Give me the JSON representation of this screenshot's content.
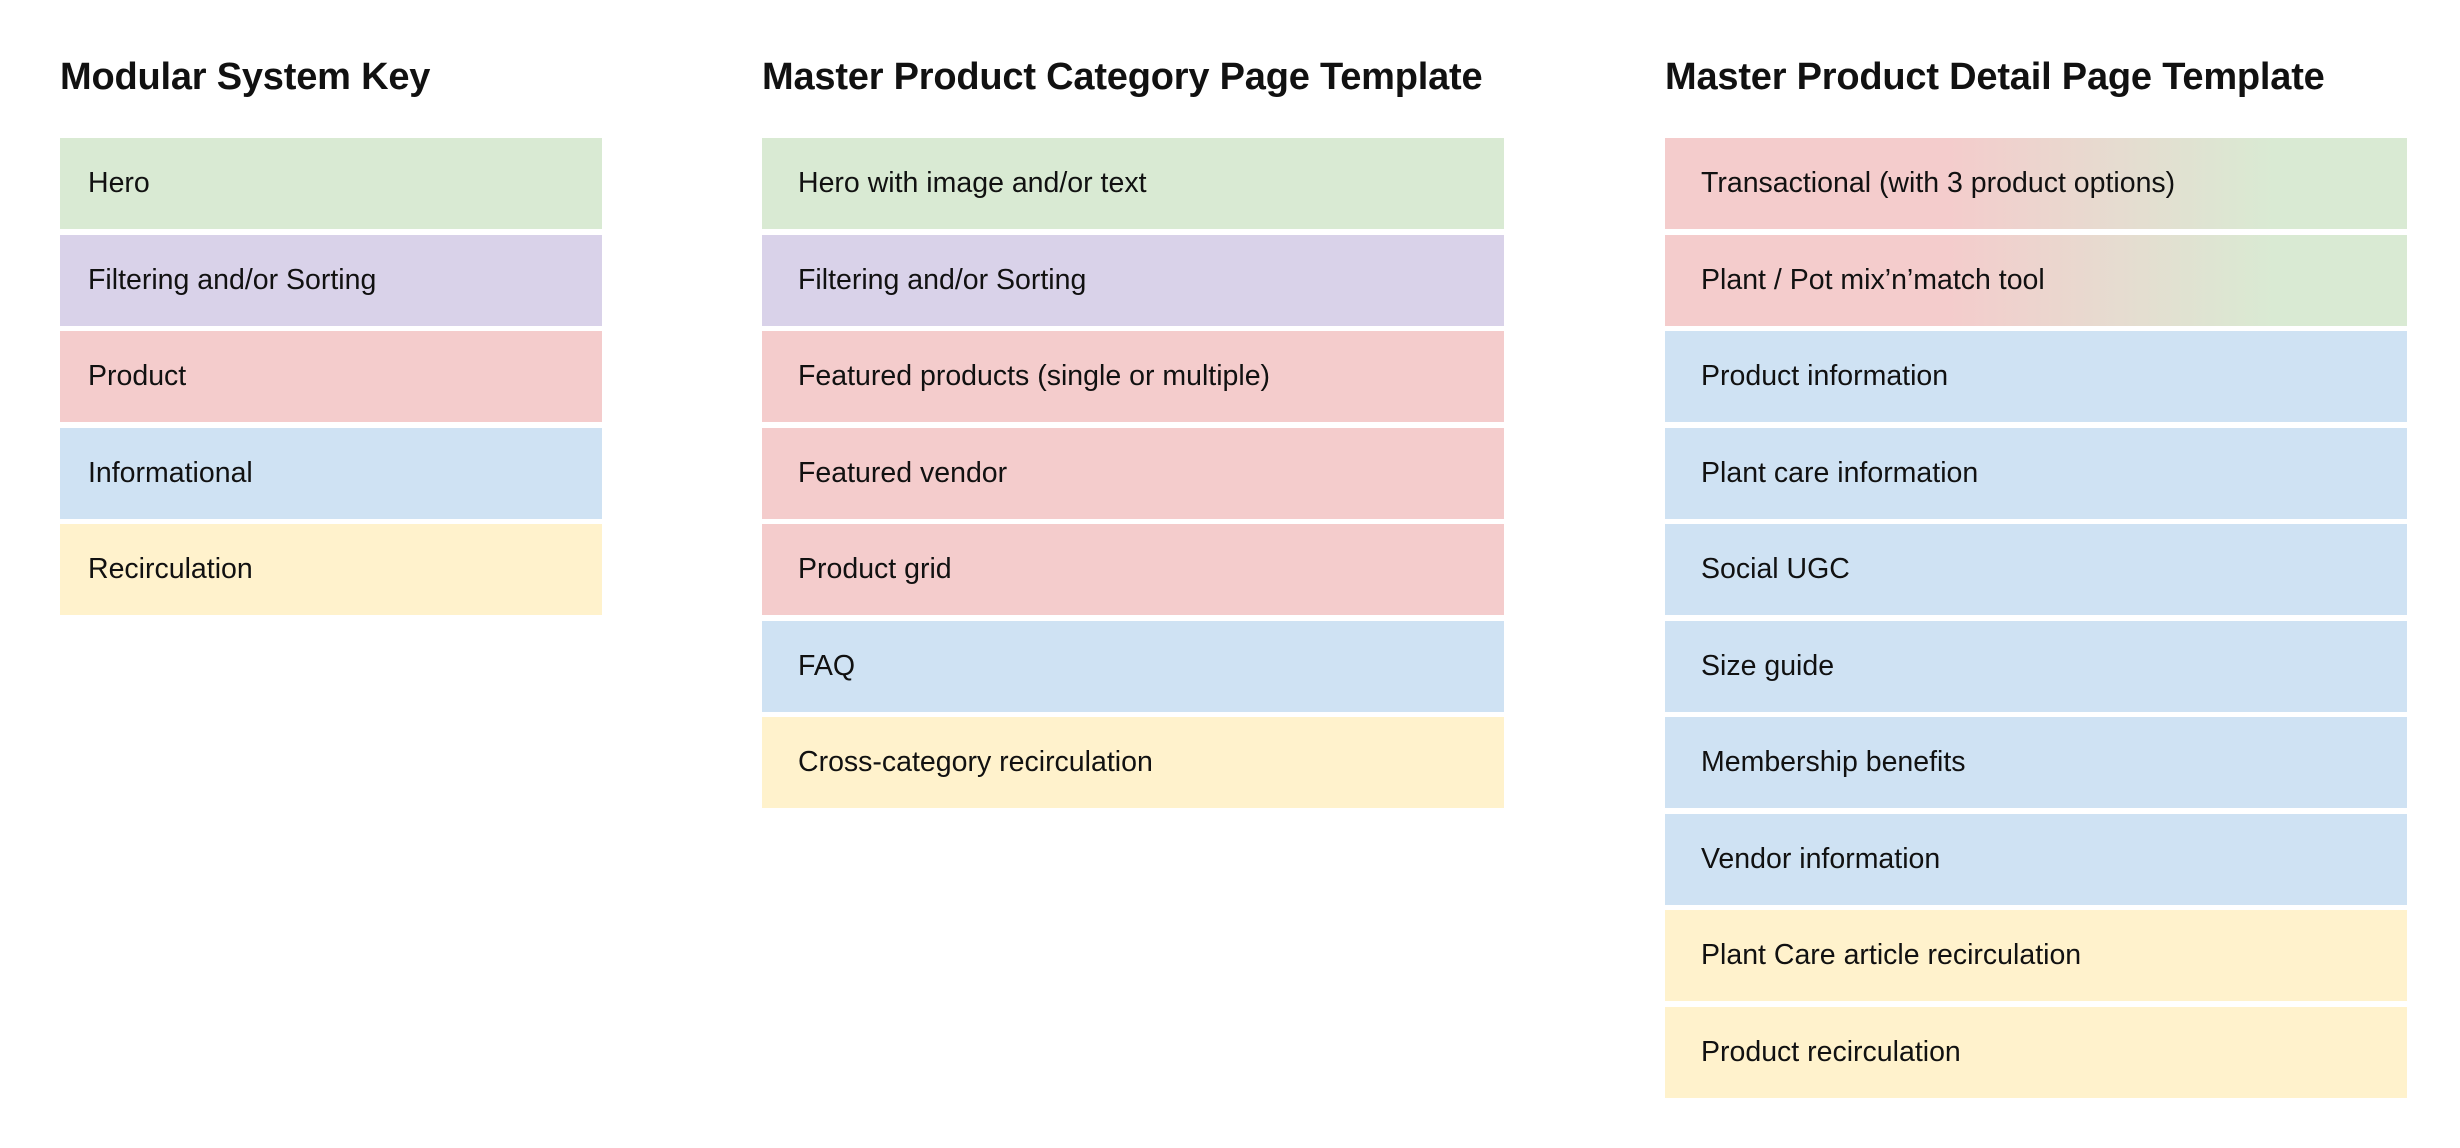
{
  "colors": {
    "hero": "#d9ead3",
    "filtering": "#d9d2e9",
    "product": "#f4cccc",
    "informational": "#cfe2f3",
    "recirculation": "#fff2cc"
  },
  "columns": [
    {
      "id": "key",
      "title": "Modular System Key",
      "blocks": [
        {
          "label": "Hero",
          "type": "hero"
        },
        {
          "label": "Filtering and/or Sorting",
          "type": "filtering"
        },
        {
          "label": "Product",
          "type": "product"
        },
        {
          "label": "Informational",
          "type": "informational"
        },
        {
          "label": "Recirculation",
          "type": "recirculation"
        }
      ]
    },
    {
      "id": "category",
      "title": "Master Product Category Page Template",
      "blocks": [
        {
          "label": "Hero with image and/or text",
          "type": "hero"
        },
        {
          "label": "Filtering and/or Sorting",
          "type": "filtering"
        },
        {
          "label": "Featured products (single or multiple)",
          "type": "product"
        },
        {
          "label": "Featured vendor",
          "type": "product"
        },
        {
          "label": "Product grid",
          "type": "product"
        },
        {
          "label": "FAQ",
          "type": "informational"
        },
        {
          "label": "Cross-category recirculation",
          "type": "recirculation"
        }
      ]
    },
    {
      "id": "detail",
      "title": "Master Product Detail Page Template",
      "blocks": [
        {
          "label": "Transactional (with 3 product options)",
          "type": "product-hero"
        },
        {
          "label": "Plant / Pot mix’n’match tool",
          "type": "product-hero"
        },
        {
          "label": "Product information",
          "type": "informational"
        },
        {
          "label": "Plant care information",
          "type": "informational"
        },
        {
          "label": "Social UGC",
          "type": "informational"
        },
        {
          "label": "Size guide",
          "type": "informational"
        },
        {
          "label": "Membership benefits",
          "type": "informational"
        },
        {
          "label": "Vendor information",
          "type": "informational"
        },
        {
          "label": "Plant Care article recirculation",
          "type": "recirculation"
        },
        {
          "label": "Product recirculation",
          "type": "recirculation"
        }
      ]
    }
  ]
}
